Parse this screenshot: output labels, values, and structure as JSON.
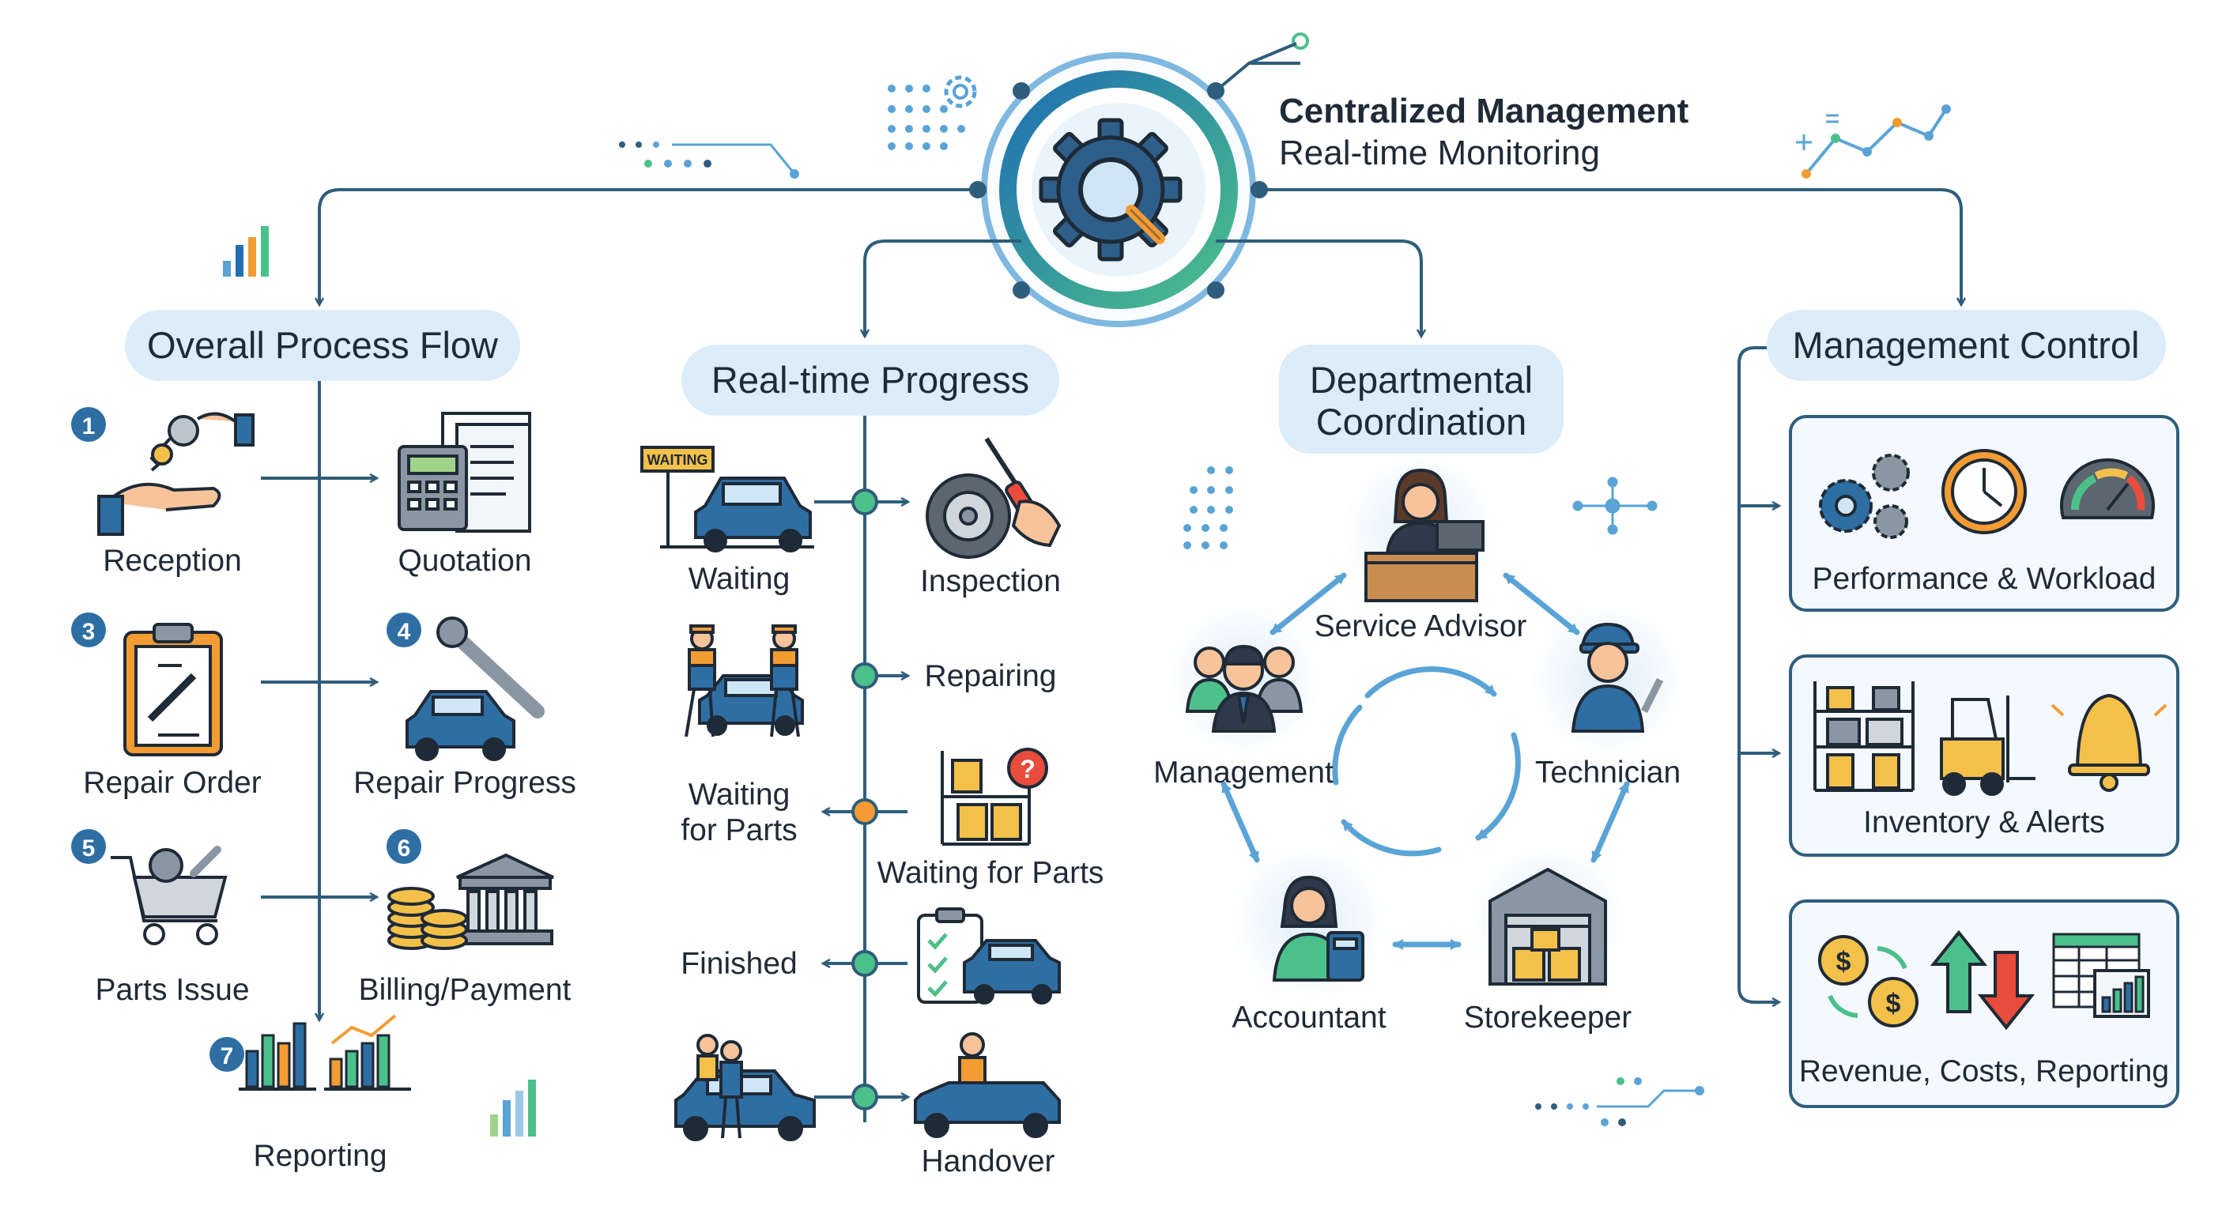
{
  "header": {
    "title": "Centralized Management",
    "subtitle": "Real-time Monitoring"
  },
  "sections": {
    "process": "Overall Process Flow",
    "progress": "Real-time Progress",
    "coordination_line1": "Departmental",
    "coordination_line2": "Coordination",
    "control": "Management Control"
  },
  "process_steps": [
    {
      "num": "1",
      "label": "Reception",
      "icon": "hand-keys-icon"
    },
    {
      "num": "",
      "label": "Quotation",
      "icon": "calculator-document-icon"
    },
    {
      "num": "3",
      "label": "Repair Order",
      "icon": "clipboard-wrench-icon"
    },
    {
      "num": "4",
      "label": "Repair Progress",
      "icon": "car-wrench-icon"
    },
    {
      "num": "5",
      "label": "Parts Issue",
      "icon": "parts-cart-icon"
    },
    {
      "num": "6",
      "label": "Billing/Payment",
      "icon": "coins-bank-icon"
    },
    {
      "num": "7",
      "label": "Reporting",
      "icon": "report-charts-icon"
    }
  ],
  "progress_steps": [
    {
      "left": "Waiting",
      "right": "Inspection",
      "sign": "WAITING"
    },
    {
      "left": "",
      "right": "Repairing"
    },
    {
      "left_line1": "Waiting",
      "left_line2": "for Parts",
      "right": "Waiting for Parts"
    },
    {
      "left": "Finished",
      "right": ""
    },
    {
      "left": "",
      "right": "Handover"
    }
  ],
  "roles": [
    "Service Advisor",
    "Technician",
    "Storekeeper",
    "Accountant",
    "Management"
  ],
  "control_boxes": [
    {
      "label": "Performance & Workload",
      "icons": [
        "gears-icon",
        "clock-icon",
        "gauge-icon"
      ]
    },
    {
      "label": "Inventory & Alerts",
      "icons": [
        "shelf-icon",
        "forklift-icon",
        "bell-icon"
      ]
    },
    {
      "label": "Revenue, Costs, Reporting",
      "icons": [
        "dollar-exchange-icon",
        "up-down-arrows-icon",
        "spreadsheet-chart-icon"
      ]
    }
  ],
  "colors": {
    "line": "#2f5d7c",
    "accent": "#1f6fb2",
    "green": "#4caf50",
    "orange": "#f39c34",
    "pill": "#dcecf9"
  }
}
